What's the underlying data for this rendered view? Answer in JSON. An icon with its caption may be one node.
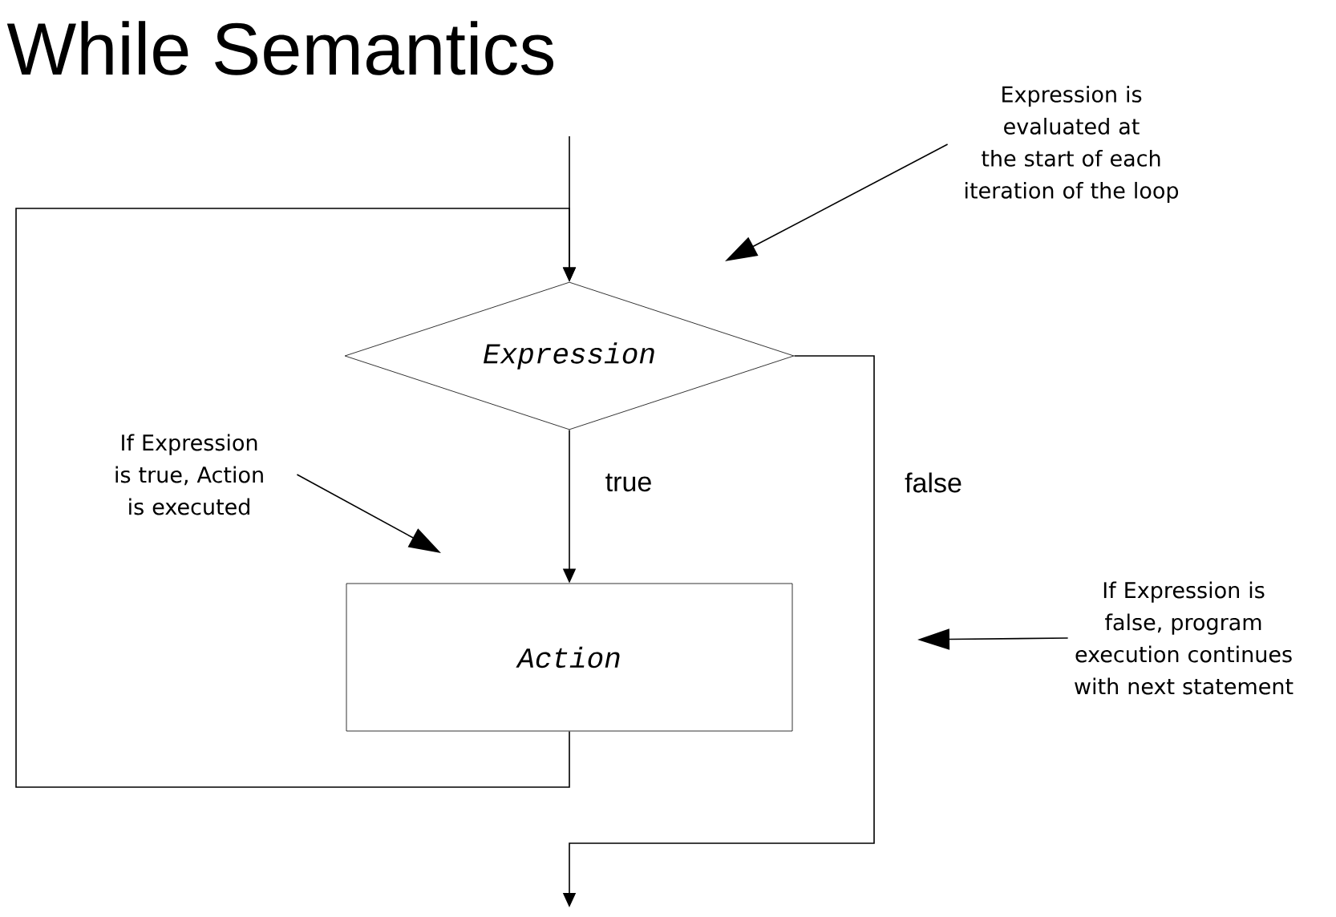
{
  "diagram": {
    "title": "While Semantics",
    "nodes": [
      {
        "text": [
          "Expression"
        ]
      },
      {
        "text": [
          "Action"
        ]
      },
      {
        "text": [
          "Expression is evaluated at the start of each iteration of the loop"
        ]
      },
      {
        "text": [
          "If Expression is true, Action is executed"
        ]
      },
      {
        "text": [
          "If Expression is false, program execution continues with next statement"
        ]
      }
    ],
    "edges": [
      {
        "from": null,
        "to": 0,
        "arrow": "to"
      },
      {
        "from": 0,
        "to": 1,
        "arrow": "to",
        "label": "true"
      },
      {
        "from": 1,
        "to": 0,
        "arrow": "to"
      },
      {
        "from": 0,
        "to": null,
        "arrow": "to",
        "label": "false"
      },
      {
        "from": 2,
        "to": null,
        "arrow": "to"
      },
      {
        "from": 3,
        "to": null,
        "arrow": "to"
      },
      {
        "from": 4,
        "to": null,
        "arrow": "to"
      }
    ]
  }
}
